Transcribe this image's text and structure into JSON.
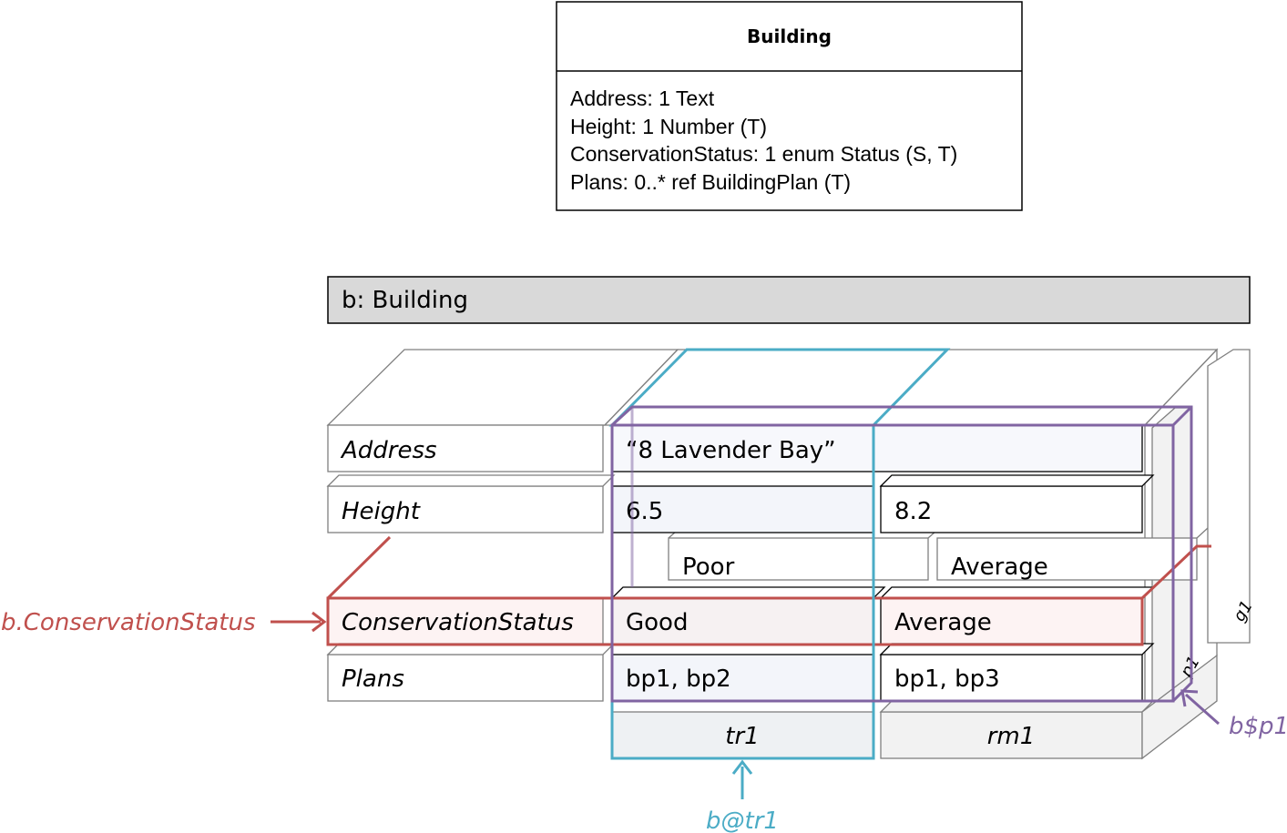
{
  "uml_class": {
    "name": "Building",
    "attributes": [
      "Address: 1 Text",
      "Height: 1 Number (T)",
      "ConservationStatus: 1 enum Status (S, T)",
      "Plans: 0..* ref BuildingPlan (T)"
    ]
  },
  "instance": {
    "title": "b: Building",
    "row_labels": [
      "Address",
      "Height",
      "ConservationStatus",
      "Plans"
    ],
    "column_labels": [
      "tr1",
      "rm1"
    ],
    "cells": {
      "address_tr1": "“8 Lavender Bay”",
      "height_tr1": "6.5",
      "height_rm1": "8.2",
      "status_back_tr1": "Poor",
      "status_back_rm1": "Average",
      "status_tr1": "Good",
      "status_rm1": "Average",
      "plans_tr1": "bp1, bp2",
      "plans_rm1": "bp1, bp3"
    },
    "layer_labels": [
      "p1",
      "g1"
    ]
  },
  "annotations": {
    "status_slice": "b.ConservationStatus",
    "time_slice": "b@tr1",
    "perspective_slice": "b$p1"
  },
  "colors": {
    "status_slice": "#c0504d",
    "time_slice": "#4bacc6",
    "perspective_slice": "#8064a2",
    "gray_fill": "#d9d9d9",
    "light_fill": "#f2f2f2"
  }
}
